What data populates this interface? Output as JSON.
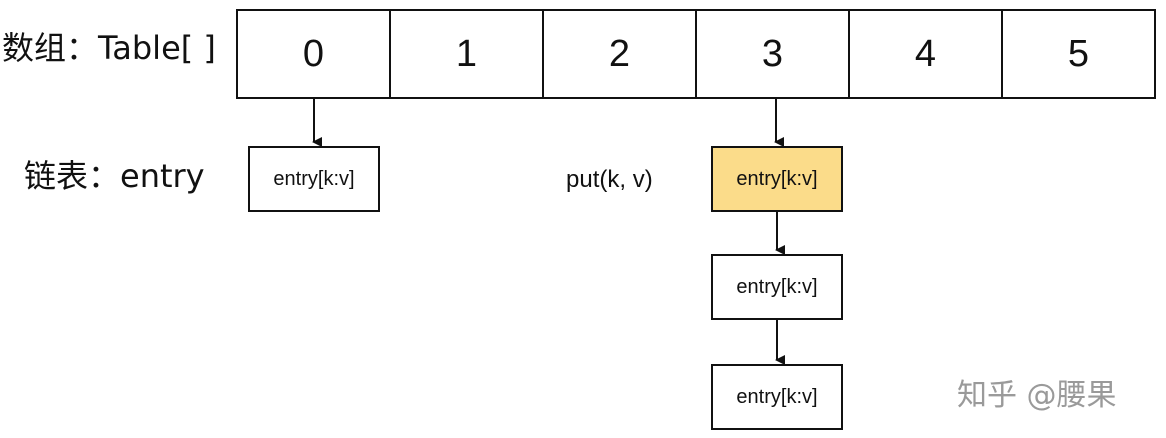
{
  "labels": {
    "array": "数组：Table[ ]",
    "list": "链表：entry"
  },
  "table": {
    "cells": [
      "0",
      "1",
      "2",
      "3",
      "4",
      "5"
    ]
  },
  "entries": {
    "bucket0": "entry[k:v]",
    "bucket3_first": "entry[k:v]",
    "bucket3_second": "entry[k:v]",
    "bucket3_third": "entry[k:v]"
  },
  "put_label": "put(k, v)",
  "watermark": "知乎 @腰果",
  "colors": {
    "highlight": "#fbdc8a",
    "stroke": "#111111",
    "watermark": "#9a9a9a"
  }
}
